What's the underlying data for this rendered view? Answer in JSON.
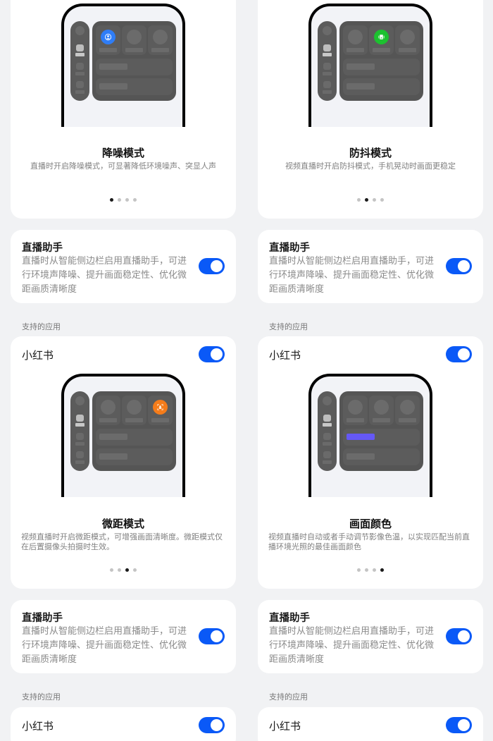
{
  "accent_color": "#0a59f7",
  "columns": [
    {
      "top_carousel": {
        "title": "降噪模式",
        "description": "直播时开启降噪模式，可显著降低环境噪声、突显人声",
        "active_position": "tile-1",
        "active_icon": "noise-reduction-icon",
        "active_color": "#2f7df6",
        "page_index": 0,
        "page_count": 4
      },
      "assistant_card": {
        "title": "直播助手",
        "description": "直播时从智能侧边栏启用直播助手，可进行环境声降噪、提升画面稳定性、优化微距画质清晰度",
        "toggle_on": true
      },
      "supported_label": "支持的应用",
      "app_card": {
        "app_name": "小红书",
        "toggle_on": true,
        "carousel": {
          "title": "微距模式",
          "description": "视频直播时开启微距模式，可增强画面清晰度。微距模式仅在后置摄像头拍摄时生效。",
          "active_position": "tile-3",
          "active_icon": "macro-icon",
          "active_color": "#f57c1a",
          "page_index": 2,
          "page_count": 4
        }
      },
      "assistant_card_2": {
        "title": "直播助手",
        "description": "直播时从智能侧边栏启用直播助手，可进行环境声降噪、提升画面稳定性、优化微距画质清晰度",
        "toggle_on": true
      },
      "supported_label_2": "支持的应用",
      "app_card_2": {
        "app_name": "小红书",
        "toggle_on": true
      }
    },
    {
      "top_carousel": {
        "title": "防抖模式",
        "description": "视频直播时开启防抖模式，手机晃动时画面更稳定",
        "active_position": "tile-2",
        "active_icon": "stabilization-icon",
        "active_color": "#1cc12f",
        "page_index": 1,
        "page_count": 4
      },
      "assistant_card": {
        "title": "直播助手",
        "description": "直播时从智能侧边栏启用直播助手，可进行环境声降噪、提升画面稳定性、优化微距画质清晰度",
        "toggle_on": true
      },
      "supported_label": "支持的应用",
      "app_card": {
        "app_name": "小红书",
        "toggle_on": true,
        "carousel": {
          "title": "画面颜色",
          "description": "视频直播时自动或者手动调节影像色温，以实现匹配当前直播环境光照的最佳画面颜色",
          "active_position": "row-1",
          "active_icon": "color-bar",
          "active_color": "#6558f5",
          "page_index": 3,
          "page_count": 4
        }
      },
      "assistant_card_2": {
        "title": "直播助手",
        "description": "直播时从智能侧边栏启用直播助手，可进行环境声降噪、提升画面稳定性、优化微距画质清晰度",
        "toggle_on": true
      },
      "supported_label_2": "支持的应用",
      "app_card_2": {
        "app_name": "小红书",
        "toggle_on": true
      }
    }
  ]
}
